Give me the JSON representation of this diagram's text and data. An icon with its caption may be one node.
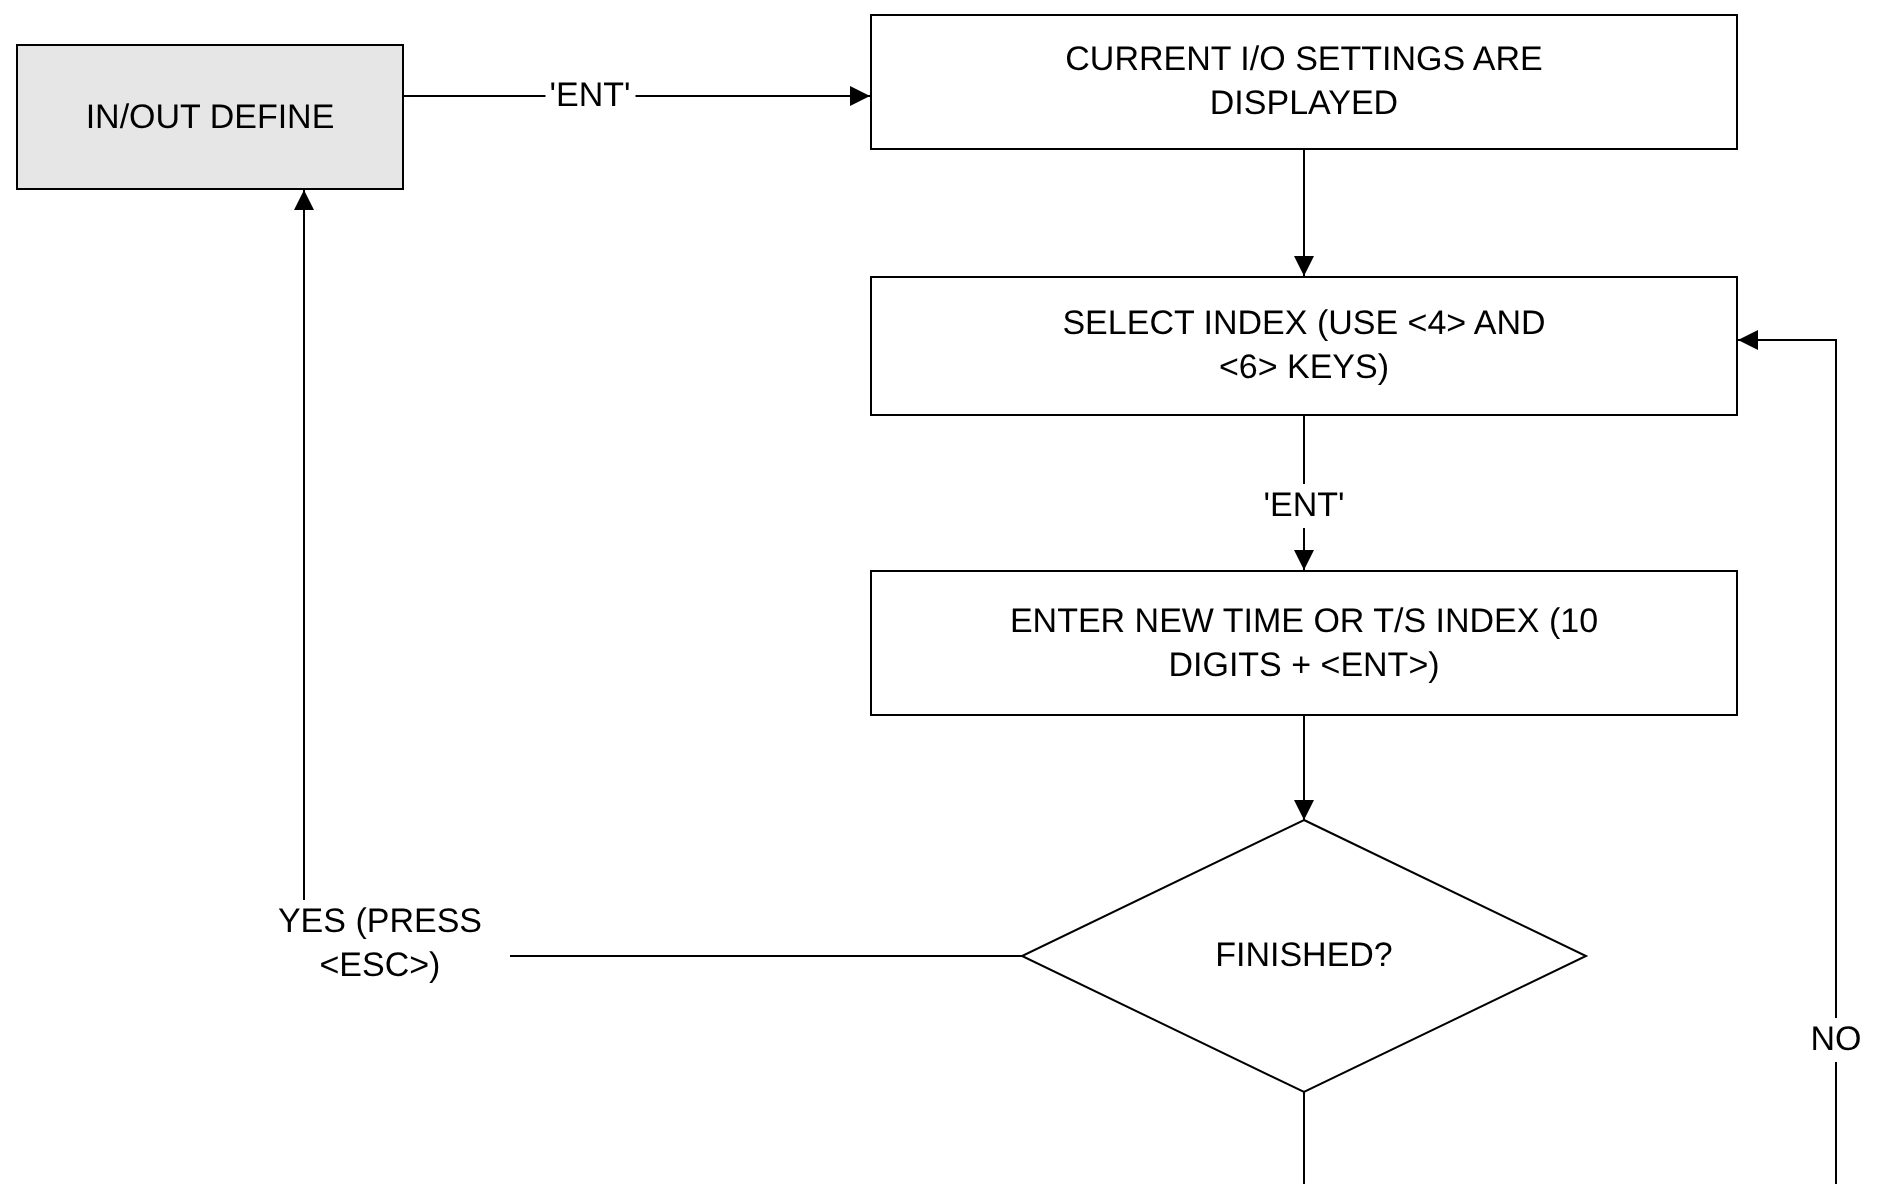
{
  "diagram": {
    "nodes": [
      {
        "text": [
          "IN/OUT DEFINE"
        ]
      },
      {
        "text": [
          "CURRENT I/O SETTINGS ARE DISPLAYED"
        ]
      },
      {
        "text": [
          "SELECT INDEX (USE <4> AND <6> KEYS)"
        ]
      },
      {
        "text": [
          "ENTER NEW TIME OR T/S INDEX (10 DIGITS + <ENT>)"
        ]
      },
      {
        "text": [
          "FINISHED?"
        ]
      }
    ],
    "edges": [
      {
        "from": 0,
        "to": 1,
        "arrow": "to",
        "label": "'ENT'"
      },
      {
        "from": 1,
        "to": 2,
        "arrow": "to"
      },
      {
        "from": 2,
        "to": 3,
        "arrow": "to",
        "label": "'ENT'"
      },
      {
        "from": 3,
        "to": 4,
        "arrow": "to"
      },
      {
        "from": 4,
        "to": 0,
        "arrow": "to",
        "label": "YES (PRESS <ESC>)"
      },
      {
        "from": 4,
        "to": null,
        "arrow": "none"
      },
      {
        "from": null,
        "to": 2,
        "arrow": "to",
        "label": "NO"
      }
    ]
  }
}
